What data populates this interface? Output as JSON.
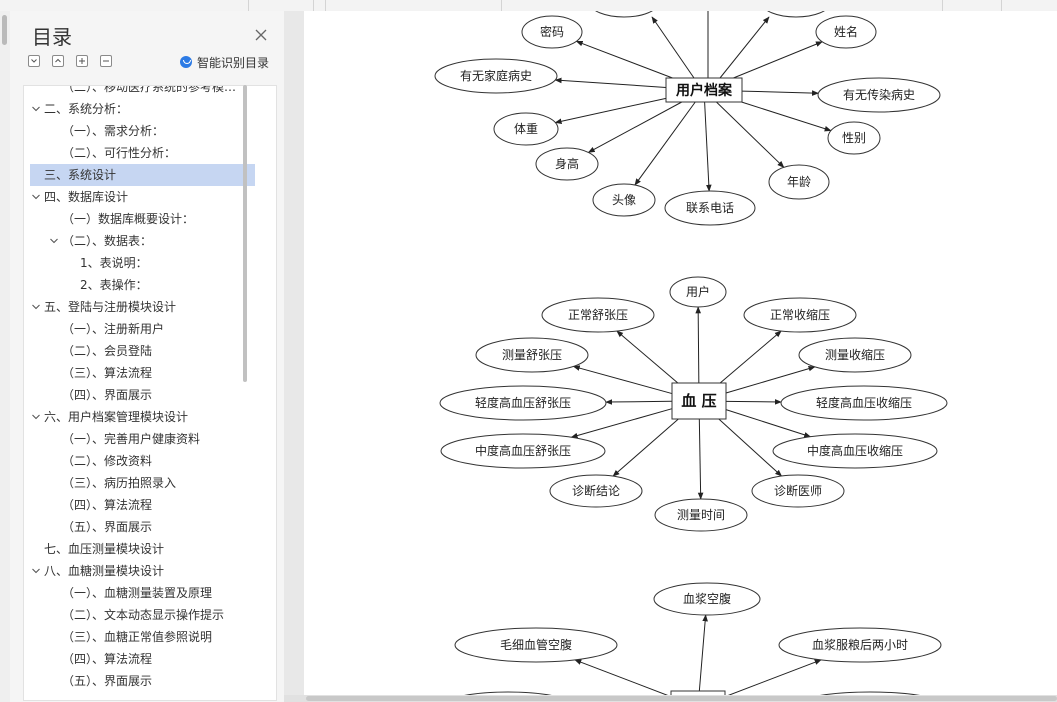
{
  "toc_panel": {
    "title": "目录",
    "smart_toc_label": "智能识别目录",
    "items": [
      {
        "label": "（二）、移动医疗系统的参考模…",
        "level": 2,
        "chevron": false,
        "selected": false
      },
      {
        "label": "二、系统分析：",
        "level": 1,
        "chevron": true,
        "selected": false
      },
      {
        "label": "（一）、需求分析：",
        "level": 2,
        "chevron": false,
        "selected": false
      },
      {
        "label": "（二）、可行性分析：",
        "level": 2,
        "chevron": false,
        "selected": false
      },
      {
        "label": "三、系统设计",
        "level": 1,
        "chevron": false,
        "selected": true
      },
      {
        "label": "四、数据库设计",
        "level": 1,
        "chevron": true,
        "selected": false
      },
      {
        "label": "（一）数据库概要设计：",
        "level": 2,
        "chevron": false,
        "selected": false
      },
      {
        "label": "（二）、数据表：",
        "level": 2,
        "chevron": true,
        "selected": false
      },
      {
        "label": "1、表说明：",
        "level": 3,
        "chevron": false,
        "selected": false
      },
      {
        "label": "2、表操作：",
        "level": 3,
        "chevron": false,
        "selected": false
      },
      {
        "label": "五、登陆与注册模块设计",
        "level": 1,
        "chevron": true,
        "selected": false
      },
      {
        "label": "（一）、注册新用户",
        "level": 2,
        "chevron": false,
        "selected": false
      },
      {
        "label": "（二）、会员登陆",
        "level": 2,
        "chevron": false,
        "selected": false
      },
      {
        "label": "（三）、算法流程",
        "level": 2,
        "chevron": false,
        "selected": false
      },
      {
        "label": "（四）、界面展示",
        "level": 2,
        "chevron": false,
        "selected": false
      },
      {
        "label": "六、用户档案管理模块设计",
        "level": 1,
        "chevron": true,
        "selected": false
      },
      {
        "label": "（一）、完善用户健康资料",
        "level": 2,
        "chevron": false,
        "selected": false
      },
      {
        "label": "（二）、修改资料",
        "level": 2,
        "chevron": false,
        "selected": false
      },
      {
        "label": "（三）、病历拍照录入",
        "level": 2,
        "chevron": false,
        "selected": false
      },
      {
        "label": "（四）、算法流程",
        "level": 2,
        "chevron": false,
        "selected": false
      },
      {
        "label": "（五）、界面展示",
        "level": 2,
        "chevron": false,
        "selected": false
      },
      {
        "label": "七、血压测量模块设计",
        "level": 1,
        "chevron": false,
        "selected": false
      },
      {
        "label": "八、血糖测量模块设计",
        "level": 1,
        "chevron": true,
        "selected": false
      },
      {
        "label": "（一）、血糖测量装置及原理",
        "level": 2,
        "chevron": false,
        "selected": false
      },
      {
        "label": "（二）、文本动态显示操作提示",
        "level": 2,
        "chevron": false,
        "selected": false
      },
      {
        "label": "（三）、血糖正常值参照说明",
        "level": 2,
        "chevron": false,
        "selected": false
      },
      {
        "label": "（四）、算法流程",
        "level": 2,
        "chevron": false,
        "selected": false
      },
      {
        "label": "（五）、界面展示",
        "level": 2,
        "chevron": false,
        "selected": false
      }
    ]
  },
  "document": {
    "diagram_user_profile": {
      "center": "用户档案",
      "attributes": [
        "密码",
        "姓名",
        "有无家庭病史",
        "有无传染病史",
        "体重",
        "性别",
        "身高",
        "年龄",
        "头像",
        "联系电话"
      ]
    },
    "diagram_blood_pressure": {
      "center": "血 压",
      "attributes": [
        "用户",
        "正常舒张压",
        "正常收缩压",
        "测量舒张压",
        "测量收缩压",
        "轻度高血压舒张压",
        "轻度高血压收缩压",
        "中度高血压舒张压",
        "中度高血压收缩压",
        "诊断结论",
        "诊断医师",
        "测量时间"
      ]
    },
    "diagram_blood_sugar": {
      "attributes": [
        "血浆空腹",
        "毛细血管空腹",
        "血浆服粮后两小时"
      ]
    }
  },
  "icons": [
    "close-icon",
    "collapse-all-icon",
    "expand-all-icon",
    "add-icon",
    "remove-icon",
    "smart-toc-icon",
    "chevron-down-icon"
  ]
}
